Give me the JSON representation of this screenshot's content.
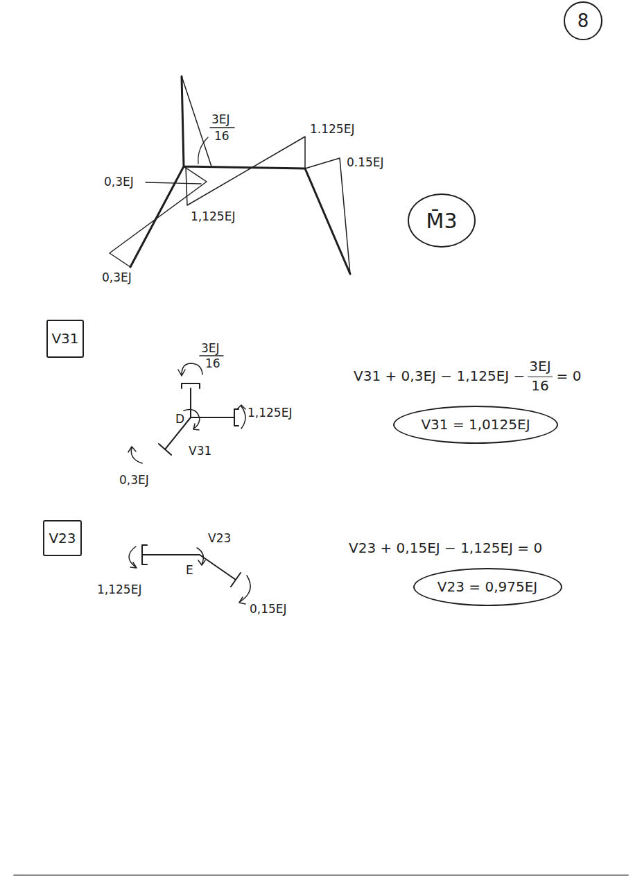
{
  "diagram": {
    "nodes": [
      {
        "text": [
          "8"
        ]
      },
      {
        "text": [
          "M̄3"
        ]
      },
      {
        "text": [
          "V31"
        ]
      },
      {
        "text": [
          "V31 = 1,0125EJ"
        ]
      },
      {
        "text": [
          "V23"
        ]
      },
      {
        "text": [
          "V23 = 0,975EJ"
        ]
      }
    ],
    "labels": [
      "3EJ",
      "16",
      "1.125EJ",
      "0.15EJ",
      "0,3EJ",
      "1,125EJ",
      "0,3EJ",
      "3EJ",
      "16",
      "1,125EJ",
      "D",
      "V31",
      "0,3EJ",
      "V31 + 0,3EJ − 1,125EJ −",
      "3EJ",
      "16",
      "= 0",
      "1,125EJ",
      "E",
      "V23",
      "0,15EJ",
      "V23 + 0,15EJ − 1,125EJ = 0"
    ]
  }
}
